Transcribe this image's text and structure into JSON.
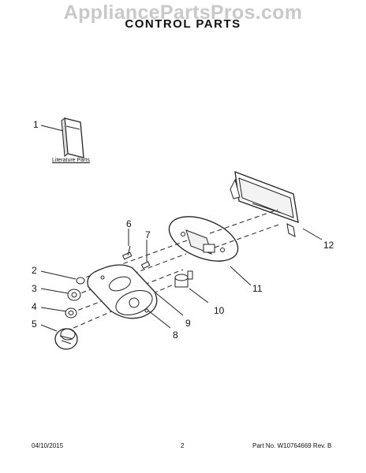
{
  "watermark": "AppliancePartsPros.com",
  "title": "CONTROL PARTS",
  "literature_label": "Literature Parts",
  "callouts": [
    "1",
    "2",
    "3",
    "4",
    "5",
    "6",
    "7",
    "8",
    "9",
    "10",
    "11",
    "12"
  ],
  "footer": {
    "date": "04/10/2015",
    "page": "2",
    "part_no": "Part No. W10764669  Rev. B"
  }
}
